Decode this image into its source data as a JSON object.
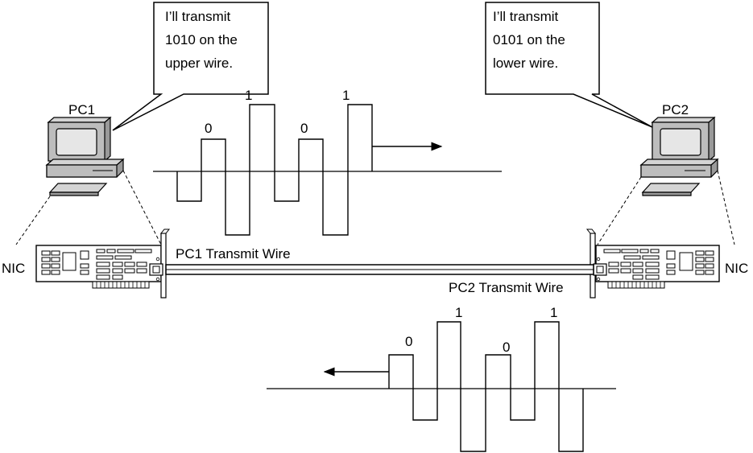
{
  "pc1": {
    "name": "PC1",
    "nic_label": "NIC",
    "bubble": [
      "I’ll transmit",
      "1010 on the",
      "upper wire."
    ]
  },
  "pc2": {
    "name": "PC2",
    "nic_label": "NIC",
    "bubble": [
      "I’ll transmit",
      "0101 on the",
      "lower wire."
    ]
  },
  "wires": {
    "upper_label": "PC1 Transmit Wire",
    "lower_label": "PC2 Transmit Wire"
  },
  "upper_signal": {
    "bits": [
      "0",
      "1",
      "0",
      "1"
    ],
    "direction": "right"
  },
  "lower_signal": {
    "bits": [
      "0",
      "1",
      "0",
      "1"
    ],
    "direction": "left"
  },
  "colors": {
    "line": "#000000",
    "monitor_body": "#bdbdbd",
    "screen": "#e6e6e6",
    "background": "#ffffff"
  }
}
